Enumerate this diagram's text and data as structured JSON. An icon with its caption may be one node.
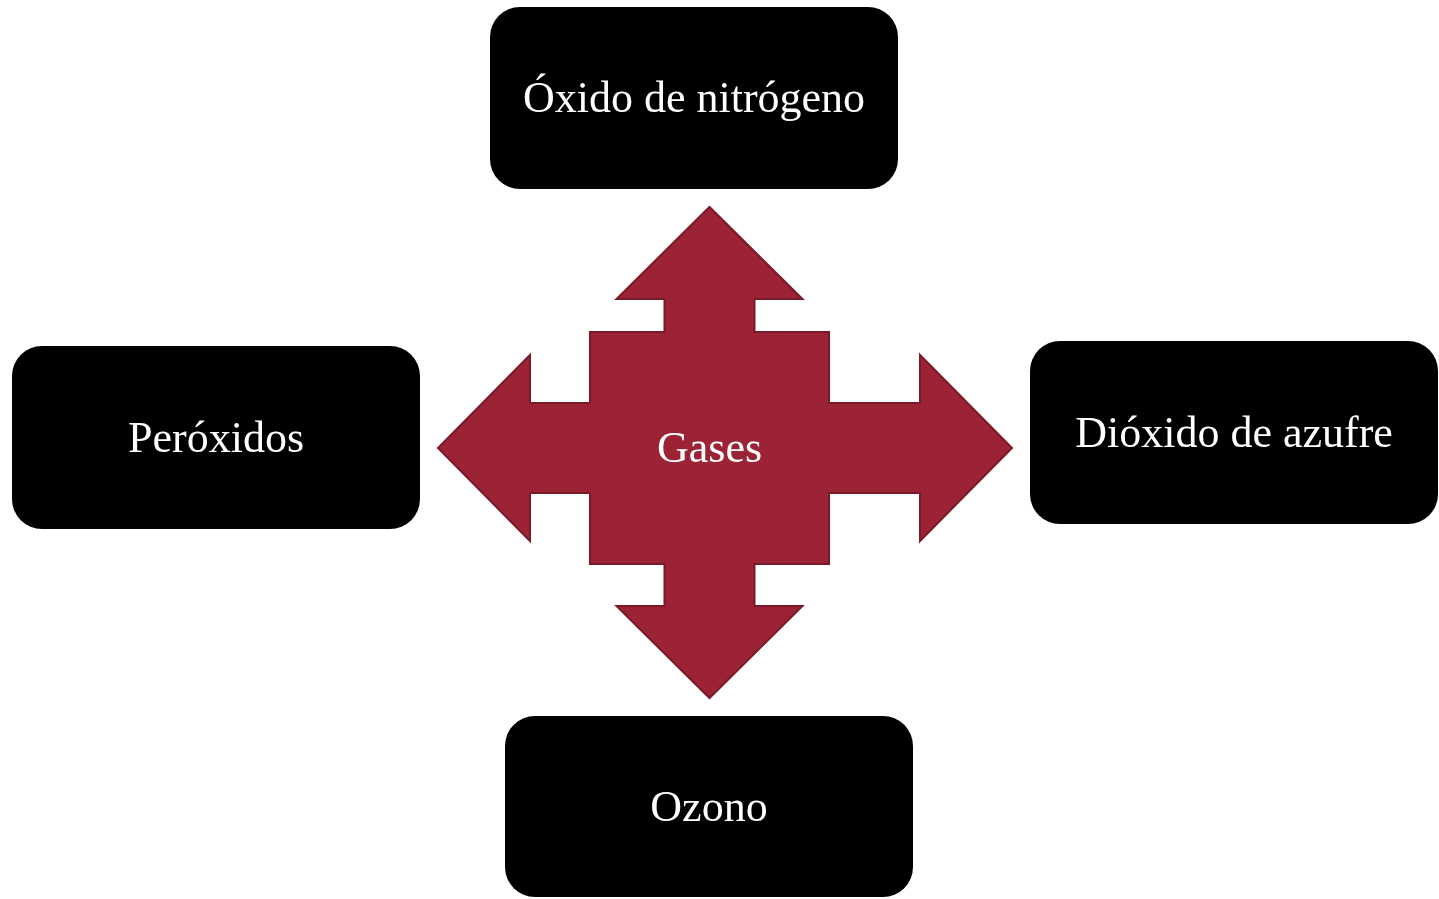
{
  "diagram": {
    "nodes": [
      {
        "text": [
          "Gases"
        ]
      },
      {
        "text": [
          "Óxido de nitrógeno"
        ]
      },
      {
        "text": [
          "Peróxidos"
        ]
      },
      {
        "text": [
          "Dióxido de azufre"
        ]
      },
      {
        "text": [
          "Ozono"
        ]
      }
    ],
    "edges": [
      {
        "from": 0,
        "to": 1,
        "arrow": "to"
      },
      {
        "from": 0,
        "to": 2,
        "arrow": "to"
      },
      {
        "from": 0,
        "to": 3,
        "arrow": "to"
      },
      {
        "from": 0,
        "to": 4,
        "arrow": "to"
      }
    ]
  }
}
